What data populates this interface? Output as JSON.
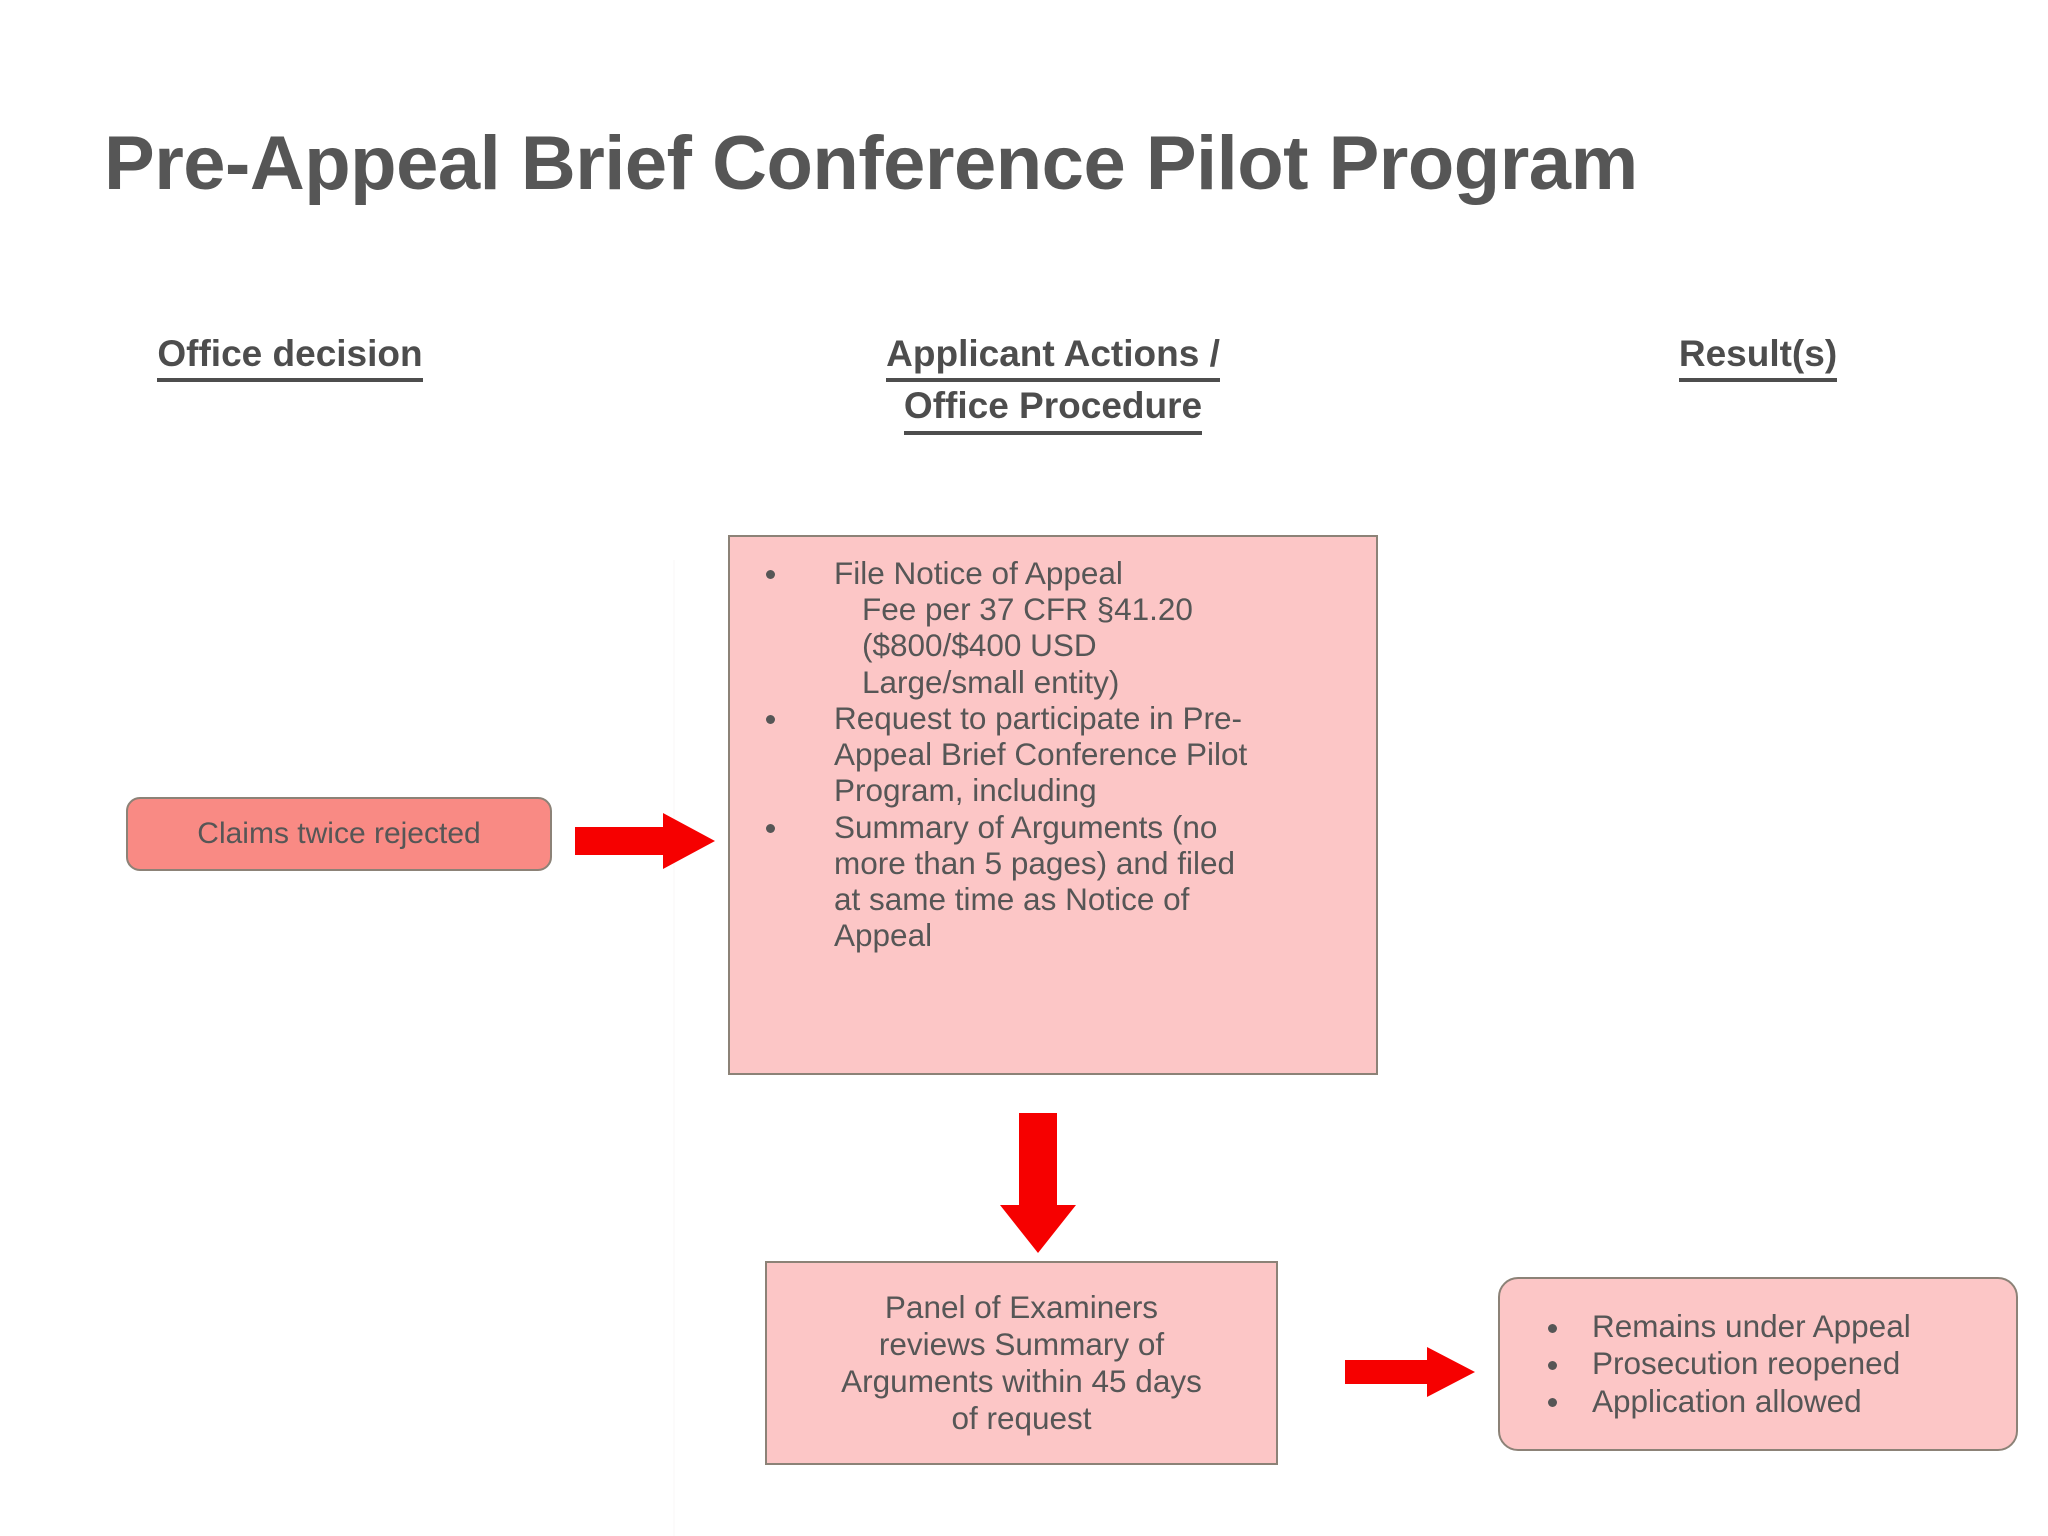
{
  "slide": {
    "title": "Pre-Appeal Brief Conference Pilot Program",
    "accent_red": "#f60000",
    "box_fill": "#fcc6c6",
    "box_fill_strong": "#f98a84",
    "box_border": "#8c8277",
    "text_color": "#565656"
  },
  "columns": {
    "office_decision": "Office decision",
    "applicant_actions_line1": "Applicant Actions /",
    "applicant_actions_line2": "Office Procedure",
    "results": "Result(s)"
  },
  "nodes": {
    "claims": {
      "label": "Claims twice rejected"
    },
    "applicant_actions": {
      "bullets": [
        {
          "main": "File Notice of Appeal",
          "sub": [
            "Fee per 37 CFR §41.20",
            "($800/$400 USD",
            "Large/small entity)"
          ]
        },
        {
          "main": "Request to participate in Pre-",
          "cont": [
            "Appeal Brief Conference Pilot",
            "Program, including"
          ]
        },
        {
          "main": "Summary of Arguments (no",
          "cont": [
            "more than 5 pages) and filed",
            "at same time as Notice of",
            "Appeal"
          ]
        }
      ]
    },
    "panel": {
      "lines": [
        "Panel of Examiners",
        "reviews Summary of",
        "Arguments within 45 days",
        "of request"
      ]
    },
    "results": {
      "items": [
        "Remains under Appeal",
        "Prosecution reopened",
        "Application allowed"
      ]
    }
  },
  "arrows": {
    "claims_to_actions": "arrow-right",
    "actions_to_panel": "arrow-down",
    "panel_to_results": "arrow-right"
  }
}
